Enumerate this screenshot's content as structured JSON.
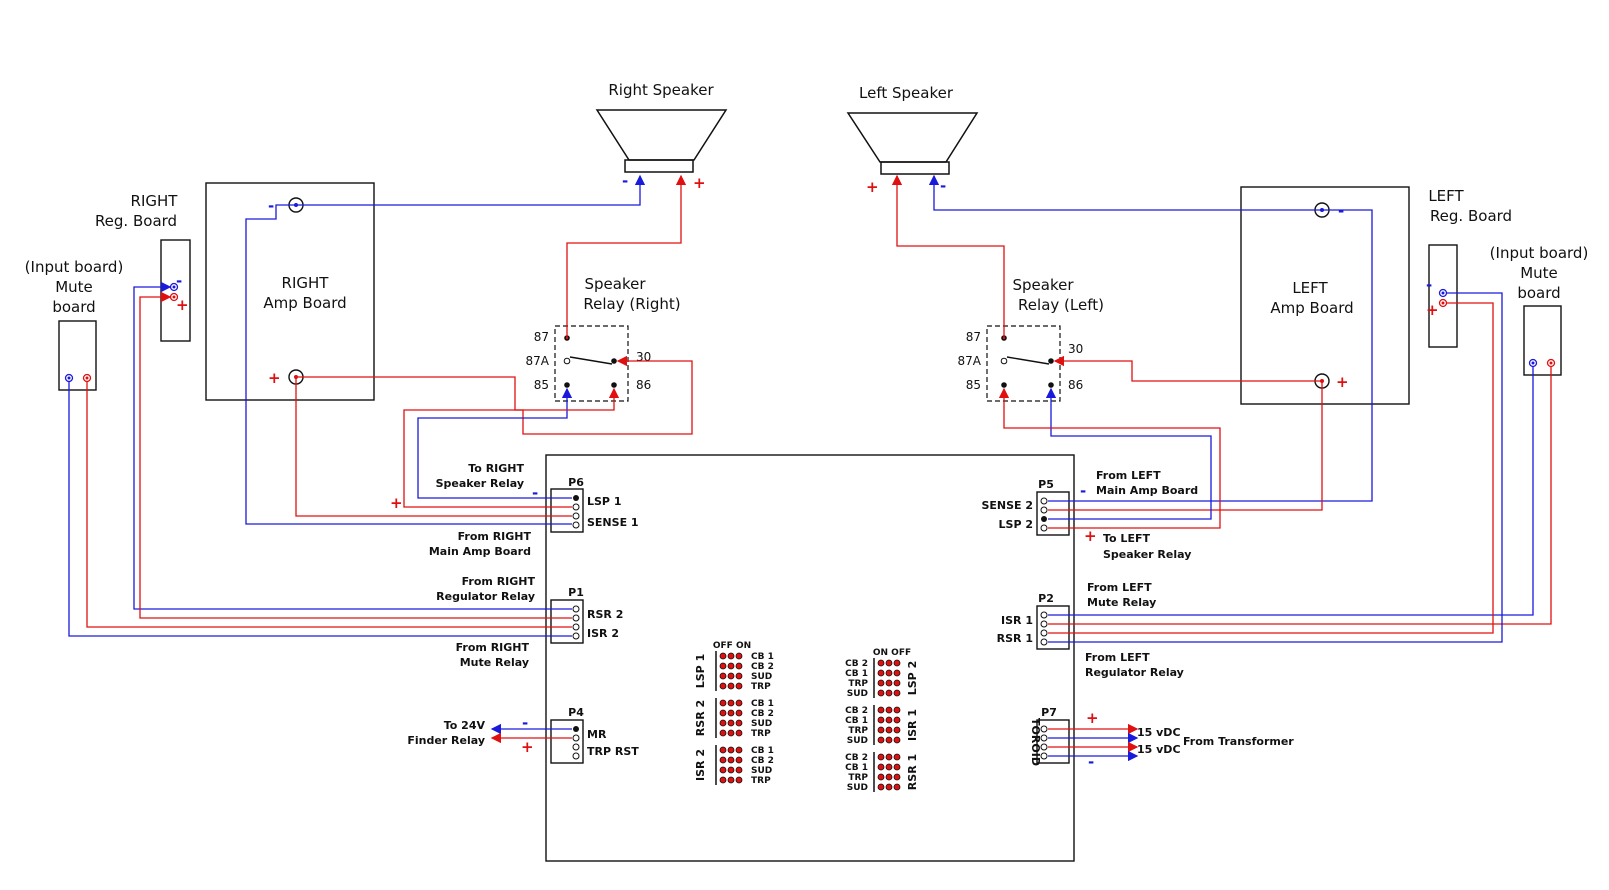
{
  "speakers": {
    "right": "Right Speaker",
    "left": "Left Speaker"
  },
  "boards": {
    "right_reg": [
      "RIGHT",
      "Reg. Board"
    ],
    "left_reg": [
      "LEFT",
      "Reg. Board"
    ],
    "right_mute": [
      "(Input board)",
      "Mute",
      "board"
    ],
    "left_mute": [
      "(Input board)",
      "Mute",
      "board"
    ],
    "right_amp": [
      "RIGHT",
      "Amp Board"
    ],
    "left_amp": [
      "LEFT",
      "Amp Board"
    ]
  },
  "relays": {
    "right": [
      "Speaker",
      "Relay (Right)"
    ],
    "left": [
      "Speaker",
      "Relay (Left)"
    ],
    "pins": {
      "p87": "87",
      "p87a": "87A",
      "p85": "85",
      "p30": "30",
      "p86": "86"
    }
  },
  "signs": {
    "plus": "+",
    "minus": "-"
  },
  "connectors": {
    "p6": {
      "name": "P6",
      "pins": [
        "LSP 1",
        "SENSE 1"
      ]
    },
    "p1": {
      "name": "P1",
      "pins": [
        "RSR 2",
        "ISR 2"
      ]
    },
    "p4": {
      "name": "P4",
      "pins": [
        "MR",
        "TRP RST"
      ]
    },
    "p5": {
      "name": "P5",
      "pins": [
        "SENSE 2",
        "LSP 2"
      ]
    },
    "p2": {
      "name": "P2",
      "pins": [
        "ISR 1",
        "RSR 1"
      ]
    },
    "p7": {
      "name": "P7",
      "label": "TOROID"
    }
  },
  "wire_labels": {
    "to_right_relay": [
      "To RIGHT",
      "Speaker Relay"
    ],
    "from_right_amp": [
      "From RIGHT",
      "Main Amp Board"
    ],
    "from_right_reg": [
      "From RIGHT",
      "Regulator Relay"
    ],
    "from_right_mute": [
      "From RIGHT",
      "Mute Relay"
    ],
    "to_finder": [
      "To 24V",
      "Finder Relay"
    ],
    "from_left_amp": [
      "From LEFT",
      "Main Amp Board"
    ],
    "to_left_relay": [
      "To LEFT",
      "Speaker Relay"
    ],
    "from_left_mute": [
      "From LEFT",
      "Mute Relay"
    ],
    "from_left_reg": [
      "From LEFT",
      "Regulator Relay"
    ],
    "vdc1": "15 vDC",
    "vdc2": "15 vDC",
    "from_transformer": "From Transformer"
  },
  "dip": {
    "left_header": "OFF ON",
    "right_header": "ON OFF",
    "groups_left": [
      {
        "name": "LSP 1",
        "rows": [
          "CB 1",
          "CB 2",
          "SUD",
          "TRP"
        ]
      },
      {
        "name": "RSR 2",
        "rows": [
          "CB 1",
          "CB 2",
          "SUD",
          "TRP"
        ]
      },
      {
        "name": "ISR 2",
        "rows": [
          "CB 1",
          "CB 2",
          "SUD",
          "TRP"
        ]
      }
    ],
    "groups_right": [
      {
        "name": "LSP 2",
        "rows": [
          "CB 2",
          "CB 1",
          "TRP",
          "SUD"
        ]
      },
      {
        "name": "ISR 1",
        "rows": [
          "CB 2",
          "CB 1",
          "TRP",
          "SUD"
        ]
      },
      {
        "name": "RSR 1",
        "rows": [
          "CB 2",
          "CB 1",
          "TRP",
          "SUD"
        ]
      }
    ]
  },
  "colors": {
    "positive": "#e01010",
    "negative": "#1a1adb",
    "outline": "#111111"
  }
}
